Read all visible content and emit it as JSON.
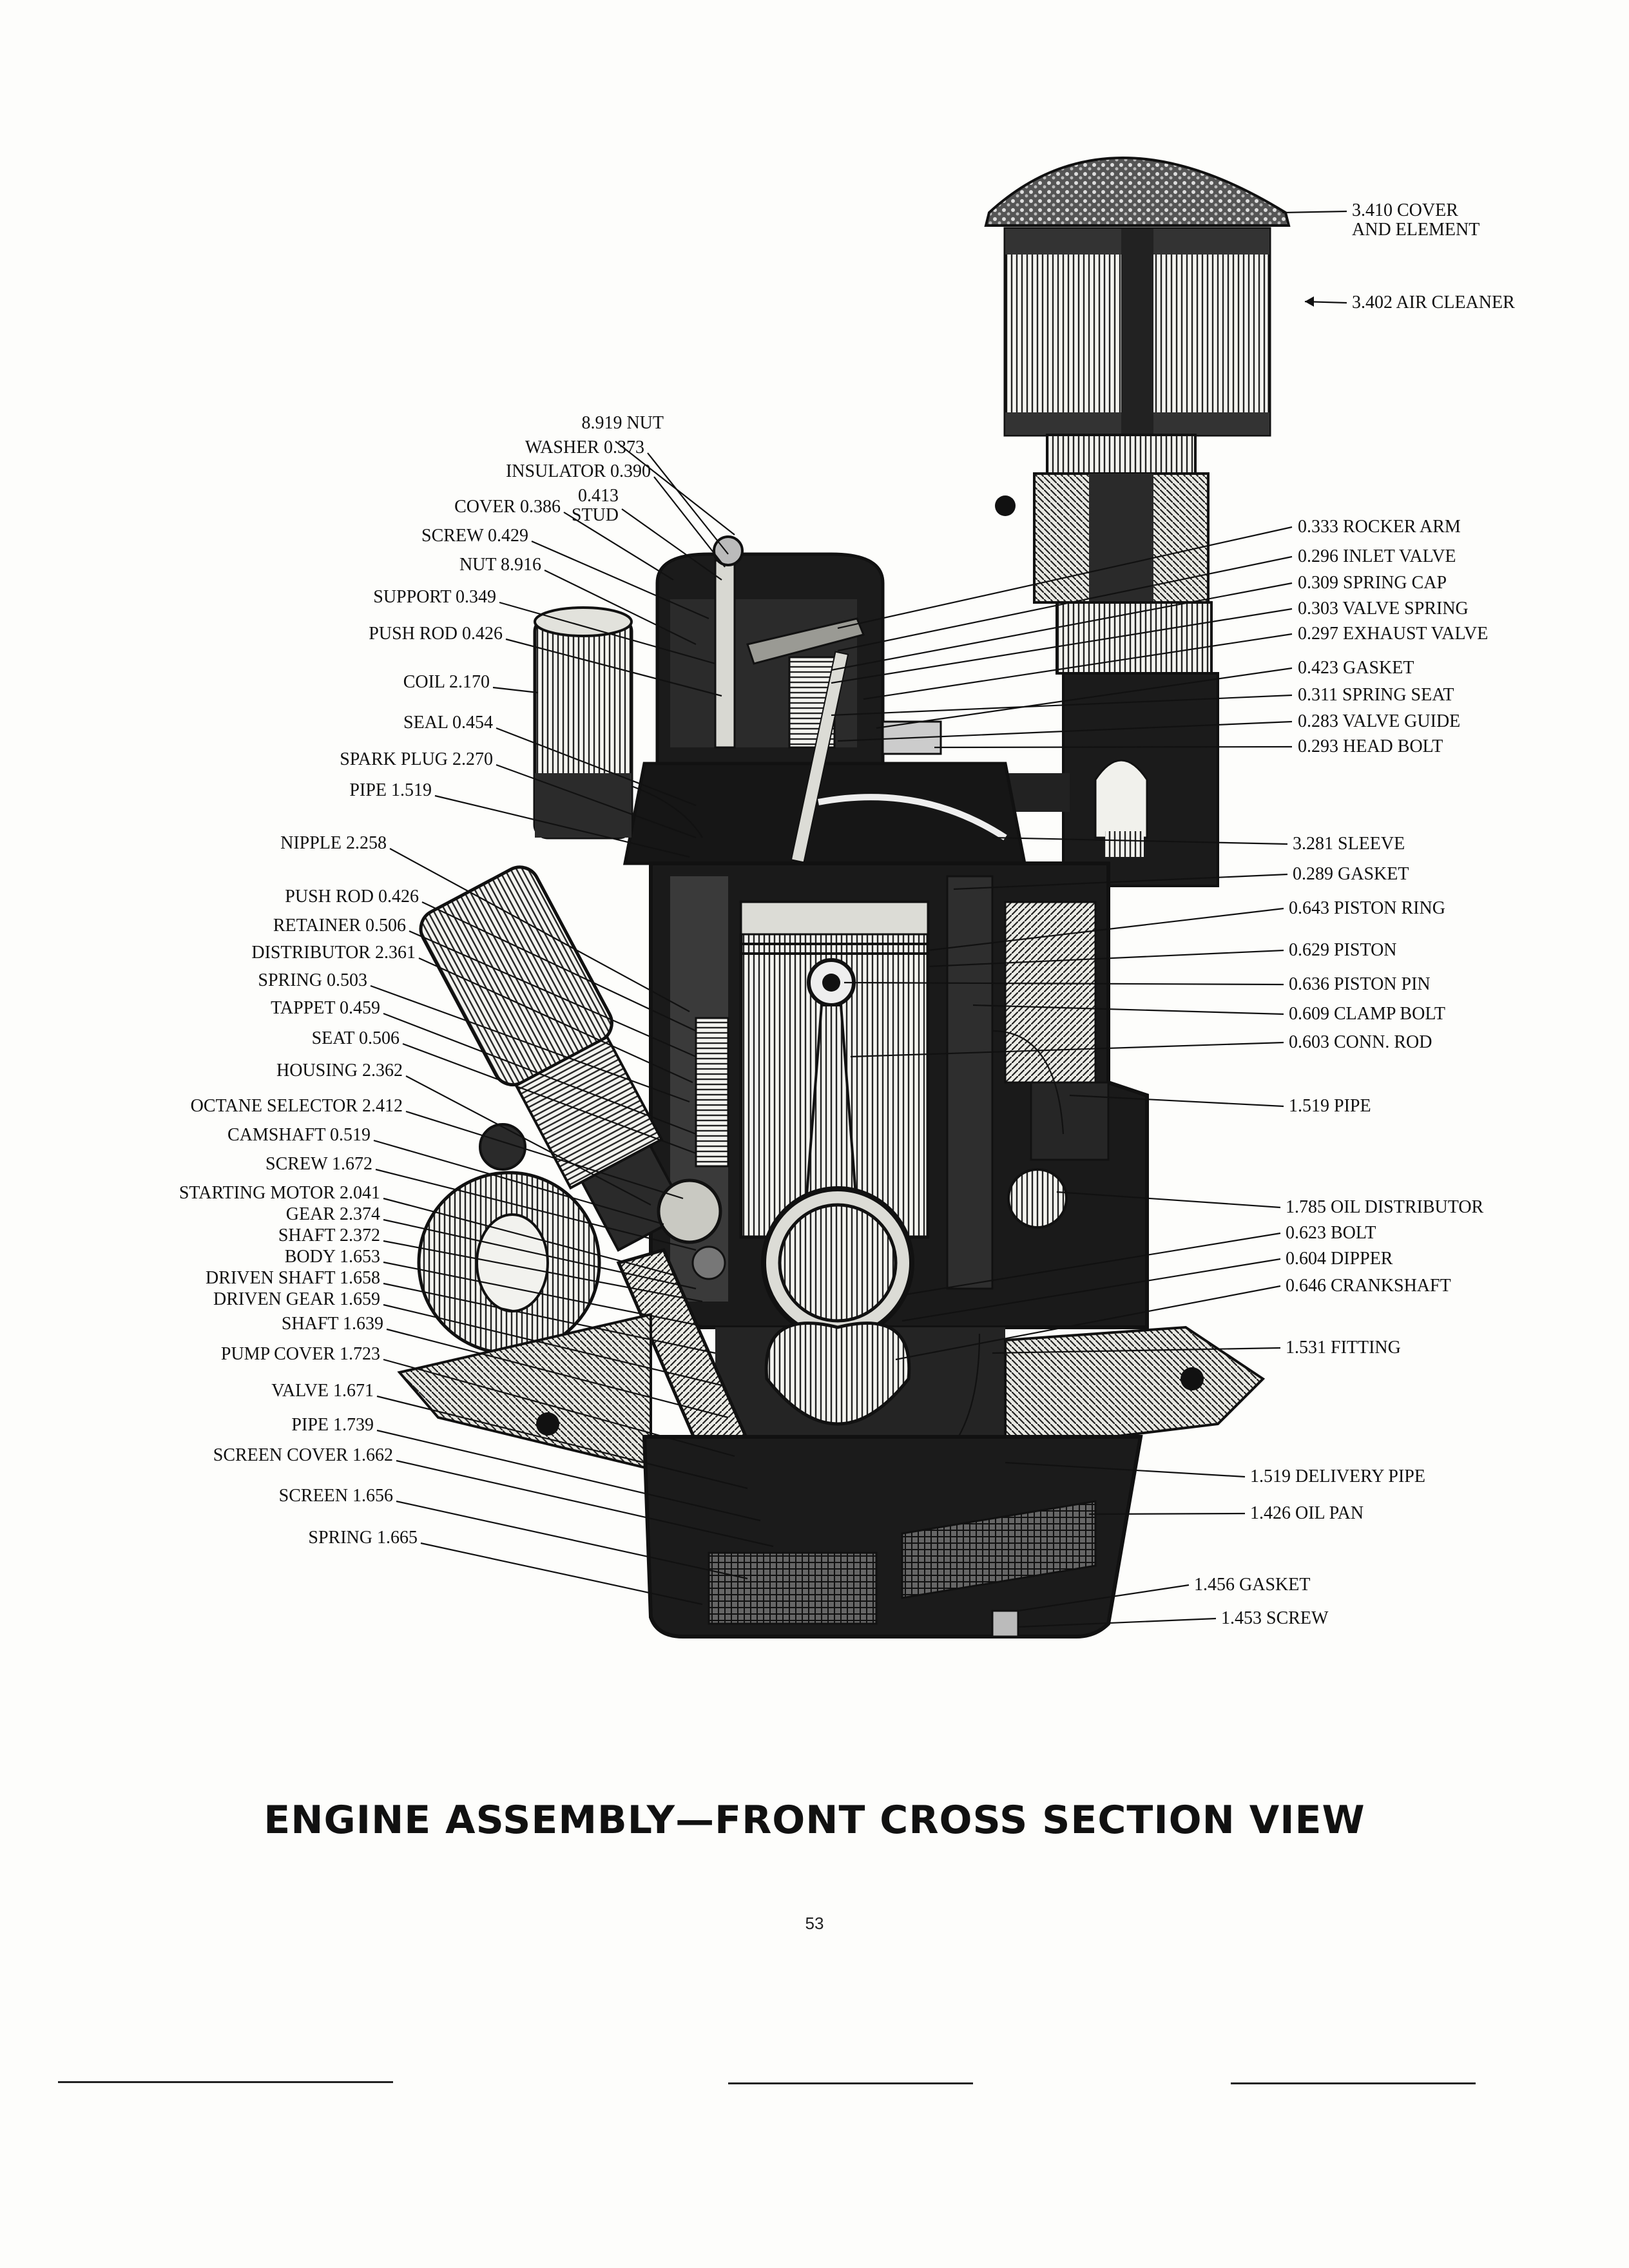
{
  "diagram": {
    "title": "ENGINE ASSEMBLY—FRONT CROSS SECTION VIEW",
    "page_number": "53",
    "left_labels": [
      "8.919 NUT",
      "WASHER 0.373",
      "INSULATOR 0.390",
      "0.413",
      "STUD",
      "COVER 0.386",
      "SCREW 0.429",
      "NUT 8.916",
      "SUPPORT 0.349",
      "PUSH ROD 0.426",
      "COIL 2.170",
      "SEAL 0.454",
      "SPARK PLUG 2.270",
      "PIPE 1.519",
      "NIPPLE 2.258",
      "PUSH ROD 0.426",
      "RETAINER 0.506",
      "DISTRIBUTOR 2.361",
      "SPRING 0.503",
      "TAPPET 0.459",
      "SEAT 0.506",
      "HOUSING 2.362",
      "OCTANE SELECTOR 2.412",
      "CAMSHAFT 0.519",
      "SCREW 1.672",
      "STARTING MOTOR 2.041",
      "GEAR 2.374",
      "SHAFT 2.372",
      "BODY 1.653",
      "DRIVEN SHAFT 1.658",
      "DRIVEN GEAR 1.659",
      "SHAFT 1.639",
      "PUMP COVER 1.723",
      "VALVE 1.671",
      "PIPE 1.739",
      "SCREEN COVER 1.662",
      "SCREEN 1.656",
      "SPRING 1.665"
    ],
    "right_labels": [
      "3.410 COVER",
      "AND ELEMENT",
      "3.402 AIR CLEANER",
      "0.333 ROCKER ARM",
      "0.296 INLET VALVE",
      "0.309 SPRING CAP",
      "0.303 VALVE SPRING",
      "0.297 EXHAUST VALVE",
      "0.423 GASKET",
      "0.311 SPRING SEAT",
      "0.283 VALVE GUIDE",
      "0.293 HEAD BOLT",
      "3.281 SLEEVE",
      "0.289 GASKET",
      "0.643 PISTON RING",
      "0.629 PISTON",
      "0.636 PISTON PIN",
      "0.609 CLAMP BOLT",
      "0.603 CONN. ROD",
      "1.519 PIPE",
      "1.785 OIL DISTRIBUTOR",
      "0.623 BOLT",
      "0.604 DIPPER",
      "0.646 CRANKSHAFT",
      "1.531 FITTING",
      "1.519 DELIVERY PIPE",
      "1.426 OIL PAN",
      "1.456 GASKET",
      "1.453 SCREW"
    ]
  }
}
